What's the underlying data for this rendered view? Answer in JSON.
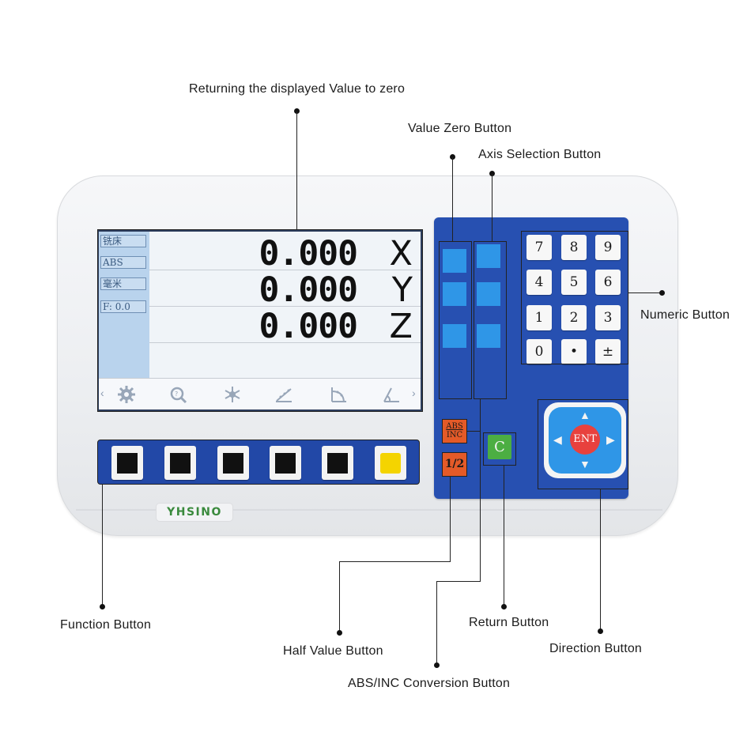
{
  "annotations": {
    "returning_zero": "Returning the displayed Value to zero",
    "value_zero": "Value Zero Button",
    "axis_selection": "Axis Selection Button",
    "numeric": "Numeric Button",
    "function": "Function Button",
    "half_value": "Half Value Button",
    "abs_inc": "ABS/INC Conversion Button",
    "return": "Return Button",
    "direction": "Direction Button"
  },
  "screen": {
    "side_items": [
      "铣床",
      "ABS",
      "毫米",
      "F:  0.0"
    ],
    "rows": [
      {
        "value": "0.000",
        "axis": "X"
      },
      {
        "value": "0.000",
        "axis": "Y"
      },
      {
        "value": "0.000",
        "axis": "Z"
      }
    ],
    "icons": [
      "gear-icon",
      "zoom-icon",
      "snowflake-icon",
      "slope-icon",
      "arc-icon",
      "angle-icon"
    ],
    "nav_left": "‹",
    "nav_right": "›"
  },
  "keypad": {
    "keys": [
      "7",
      "8",
      "9",
      "4",
      "5",
      "6",
      "1",
      "2",
      "3",
      "0",
      "•",
      "±"
    ]
  },
  "buttons": {
    "abs_top": "ABS",
    "abs_bottom": "INC",
    "half": "1/2",
    "clear": "C",
    "enter": "ENT"
  },
  "brand": "YHSINO",
  "colors": {
    "panel_blue": "#2750b1",
    "key_blue": "#2f96e7",
    "abs_orange": "#e45a28",
    "return_green": "#4cae42",
    "enter_red": "#e8413d",
    "function_yellow": "#f4d400"
  }
}
